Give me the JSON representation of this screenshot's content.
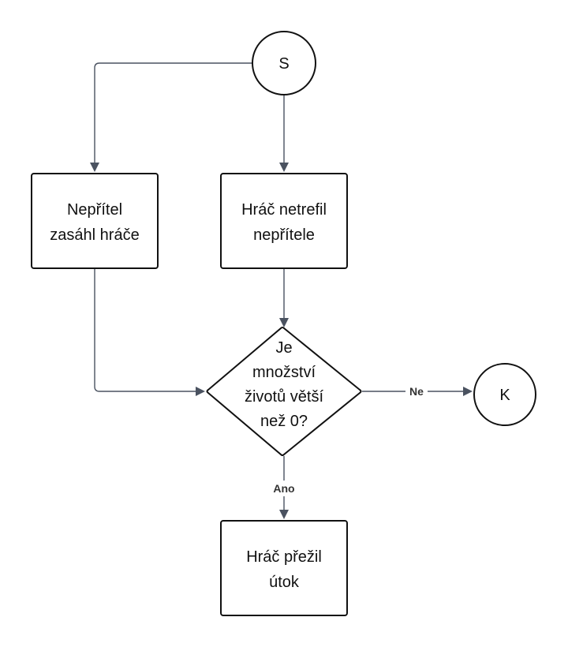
{
  "nodes": {
    "start": {
      "label": "S"
    },
    "enemy_hit": {
      "lines": [
        "Nepřítel",
        "zasáhl hráče"
      ]
    },
    "player_missed": {
      "lines": [
        "Hráč netrefil",
        "nepřítele"
      ]
    },
    "decision": {
      "lines": [
        "Je",
        "množství",
        "životů větší",
        "než 0?"
      ]
    },
    "end": {
      "label": "K"
    },
    "survived": {
      "lines": [
        "Hráč přežil",
        "útok"
      ]
    }
  },
  "edges": {
    "no_label": "Ne",
    "yes_label": "Ano"
  },
  "colors": {
    "stroke": "#111111",
    "edge": "#4a5260",
    "background": "#ffffff"
  }
}
